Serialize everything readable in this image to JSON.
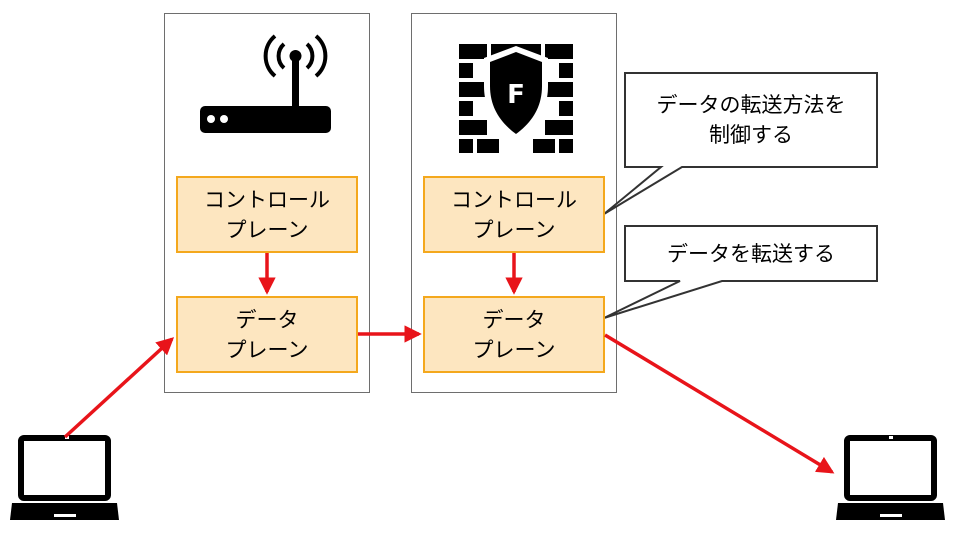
{
  "router": {
    "control_plane": [
      "コントロール",
      "プレーン"
    ],
    "data_plane": [
      "データ",
      "プレーン"
    ]
  },
  "firewall": {
    "icon_letter": "F",
    "control_plane": [
      "コントロール",
      "プレーン"
    ],
    "data_plane": [
      "データ",
      "プレーン"
    ]
  },
  "callouts": {
    "control": [
      "データの転送方法を",
      "制御する"
    ],
    "data": [
      "データを転送する"
    ]
  },
  "colors": {
    "plane_fill": "#fde6c0",
    "plane_border": "#f4a81d",
    "arrow": "#e8141a",
    "device_border": "#6e6e6e",
    "callout_border": "#333333"
  },
  "icons": [
    "router-icon",
    "firewall-shield-icon",
    "laptop-icon"
  ]
}
